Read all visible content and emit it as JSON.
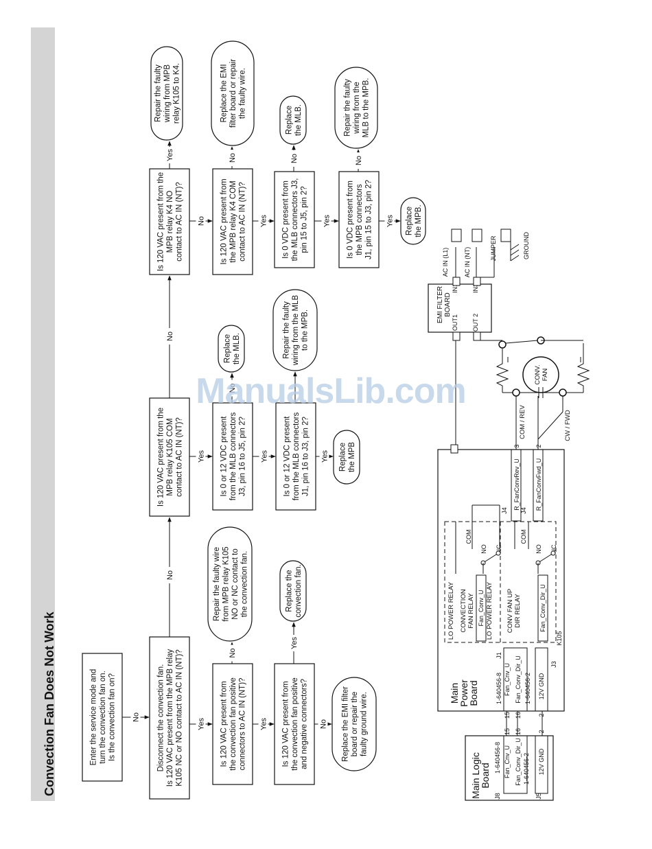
{
  "page_title": "Convection Fan Does Not Work",
  "watermark": "ManualsLib.com",
  "flowchart": {
    "start": [
      "Enter the service mode and",
      "turn the convection fan on.",
      "Is the convection fan on?"
    ],
    "q1": [
      "Disconnect the convection fan.",
      "Is 120 VAC present from the MPB relay",
      "K105 NC or NO contact to AC IN (NT)?"
    ],
    "q2": [
      "Is 120 VAC present from",
      "the convection fan positive",
      "connectors to AC IN (NT)?"
    ],
    "a2": [
      "Repair the faulty wire",
      "from MPB relay K105",
      "NO or NC contact to",
      "the convection fan."
    ],
    "q3": [
      "Is 120 VAC present from",
      "the convection fan positive",
      "and negative connectors?"
    ],
    "a3": [
      "Replace the",
      "convection fan."
    ],
    "a3b": [
      "Replace the EMI filter",
      "board or repair the",
      "faulty ground wire."
    ],
    "q4": [
      "Is 120 VAC present from the",
      "MPB relay K105 COM",
      "contact to AC IN (NT)?"
    ],
    "q5": [
      "Is 0 or 12 VDC present",
      "from the MLB connectors",
      "J3, pin 16 to J5, pin 2?"
    ],
    "a5": [
      "Replace",
      "the MLB."
    ],
    "q6": [
      "Is 0 or 12 VDC present",
      "from the MLB connectors",
      "J1, pin 16 to J3, pin 2?"
    ],
    "a6": [
      "Repair the faulty",
      "wiring from the MLB",
      "to the MPB."
    ],
    "a6b": [
      "Replace",
      "the MPB"
    ],
    "q7": [
      "Is 120 VAC present from the",
      "MPB relay K4 NO",
      "contact to AC IN (NT)?"
    ],
    "a7": [
      "Repair the faulty",
      "wiring from MPB",
      "relay K105 to K4."
    ],
    "q8": [
      "Is 120 VAC present from",
      "the MPB relay K4 COM",
      "contact to AC IN (NT)?"
    ],
    "a8": [
      "Replace the EMI",
      "filter board or repair",
      "the faulty wire."
    ],
    "q9": [
      "Is 0 VDC present from",
      "the MLB connectors J3,",
      "pin 15 to J5, pin 2?"
    ],
    "a9": [
      "Replace",
      "the MLB."
    ],
    "q10": [
      "Is 0 VDC present from",
      "the MPB connectors",
      "J1, pin 15 to J3, pin 2?"
    ],
    "a10": [
      "Repair the faulty",
      "wiring from the",
      "MLB to the MPB."
    ],
    "a10b": [
      "Replace",
      "the MPB."
    ],
    "yes": "Yes",
    "no": "No"
  },
  "schematic": {
    "mlb": {
      "title": [
        "Main Logic",
        "Board"
      ],
      "j8": "J8",
      "j8_part": "1-640456-8",
      "j8_pins": [
        {
          "num": "15",
          "signal": "Fan_Cnv_U"
        },
        {
          "num": "16",
          "signal": "Fan_Conv_Dir_U"
        }
      ],
      "j5": "J5",
      "j5_part": "1-640456-2",
      "j5_pins": [
        {
          "num": "2",
          "signal": "12V GND"
        }
      ]
    },
    "mpb": {
      "title": [
        "Main",
        "Power",
        "Board"
      ],
      "j1": "J1",
      "j1_part": "1-640456-8",
      "j1_pins": [
        {
          "num": "15",
          "signal": "Fan_Cnv_U"
        },
        {
          "num": "16",
          "signal": "Fan_Conv_Dir_U"
        }
      ],
      "j3": "J3",
      "j3_part": "1-640456-2",
      "j3_pins": [
        {
          "num": "2",
          "signal": "12V GND"
        }
      ],
      "relay1_type": "LO POWER RELAY",
      "relay1_name": [
        "CONVECTION",
        "FAN RELAY"
      ],
      "relay1_signal": "Fan_Conv_U",
      "relay2_type": "LO POWER RELAY",
      "relay2_name": [
        "CONV FAN UP",
        "DIR RELAY"
      ],
      "relay2_signal": "Fan_Conv_Dir_U",
      "relay_ref": "K105",
      "com": "COM",
      "no": "NO",
      "nc": "NC",
      "j4": "J4",
      "j4_pins": [
        {
          "num": "3",
          "signal": "R_FanConvRev_U"
        },
        {
          "num": "2",
          "signal": "R_FanConvFwd_U"
        }
      ]
    },
    "emi": {
      "title": [
        "EMI FILTER",
        "BOARD"
      ],
      "in1": "IN1",
      "in3": "IN3",
      "out1": "OUT1",
      "out2": "OUT 2"
    },
    "fan": {
      "label": [
        "CONV.",
        "FAN"
      ]
    },
    "wire_rev": "COM / REV",
    "wire_fwd": "CW / FWD",
    "ac_l1": "AC IN (L1)",
    "ac_nt": "AC IN (NT)",
    "jumper": "JUMPER",
    "ground": "GROUND"
  }
}
